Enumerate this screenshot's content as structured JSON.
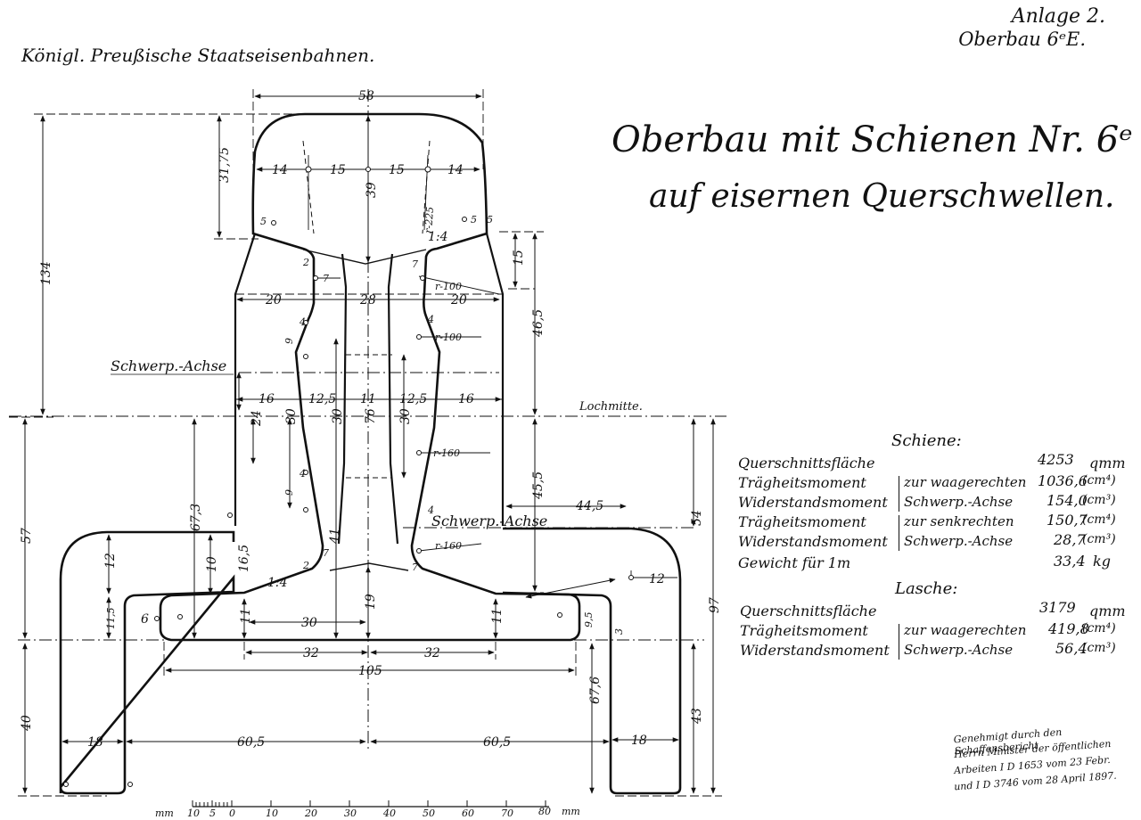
{
  "header": {
    "anlage": "Anlage 2.",
    "oberbau_ref": "Oberbau 6ᵉE.",
    "organization": "Königl. Preußische Staatseisenbahnen."
  },
  "title": {
    "line1": "Oberbau mit Schienen Nr. 6ᵉ",
    "line2": "auf eisernen Querschwellen."
  },
  "drawing": {
    "labels": {
      "schwerp_achse_rail": "Schwerp.-Achse",
      "schwerp_achse_lasche": "Schwerp.-Achse",
      "lochmitte": "Lochmitte.",
      "slope_head": "1:4",
      "slope_foot": "1:4"
    },
    "dimensions": {
      "head_width": "58",
      "head_14_left": "14",
      "head_15_left": "15",
      "head_15_right": "15",
      "head_14_right": "14",
      "head_height": "31,75",
      "head_39": "39",
      "radius_head": "r-225",
      "head_5_left": "5",
      "head_5_right": "5",
      "head_5_right2": "5",
      "total_height": "134",
      "r_100_a": "r-100",
      "r_100_b": "r-100",
      "web_20_left": "20",
      "web_28": "28",
      "web_20_right": "20",
      "web_4_a": "4",
      "web_4_b": "4",
      "web_4_c": "4",
      "web_4_d": "4",
      "web_9_a": "9",
      "web_9_b": "9",
      "hole_16_left": "16",
      "hole_12_5_left": "12,5",
      "hole_11": "11",
      "hole_12_5_right": "12,5",
      "hole_16_right": "16",
      "hole_24": "24",
      "hole_30_a": "30",
      "hole_30_b": "30",
      "hole_30_c": "30",
      "hole_76": "76",
      "r_160_a": "r-160",
      "r_160_b": "r-160",
      "dim_15": "15",
      "dim_46_5": "46,5",
      "dim_45_5": "45,5",
      "dim_54": "54",
      "dim_97": "97",
      "dim_44_5": "44,5",
      "dim_67_3": "67,3",
      "dim_57": "57",
      "dim_40": "40",
      "dim_43": "43",
      "dim_67_6": "67,6",
      "dim_10": "10",
      "dim_16_5": "16,5",
      "dim_41": "41",
      "dim_12_a": "12",
      "dim_12_b": "12",
      "dim_11_5": "11,5",
      "dim_6": "6",
      "dim_9_5": "9,5",
      "dim_3": "3",
      "foot_11_left": "11",
      "foot_19": "19",
      "foot_11_right": "11",
      "foot_30": "30",
      "foot_32_left": "32",
      "foot_32_right": "32",
      "foot_105": "105",
      "base_18_left": "18",
      "base_60_5_left": "60,5",
      "base_60_5_right": "60,5",
      "base_18_right": "18",
      "fillet_2_a": "2",
      "fillet_2_b": "2",
      "fillet_7_a": "7",
      "fillet_7_b": "7",
      "fillet_7_c": "7",
      "fillet_7_d": "7"
    },
    "scale": {
      "unit_left": "mm",
      "unit_right": "mm",
      "ticks": [
        "10",
        "5",
        "0",
        "10",
        "20",
        "30",
        "40",
        "50",
        "60",
        "70",
        "80"
      ]
    }
  },
  "table": {
    "schiene_heading": "Schiene:",
    "lasche_heading": "Lasche:",
    "schiene_rows": [
      {
        "label": "Querschnittsfläche",
        "note": "",
        "value": "4253",
        "unit": "qmm"
      },
      {
        "label": "Trägheitsmoment",
        "note": "zur waagerechten",
        "value": "1036,6",
        "unit": "(cm⁴)"
      },
      {
        "label": "Widerstandsmoment",
        "note": "Schwerp.-Achse",
        "value": "154,0",
        "unit": "(cm³)"
      },
      {
        "label": "Trägheitsmoment",
        "note": "zur senkrechten",
        "value": "150,7",
        "unit": "(cm⁴)"
      },
      {
        "label": "Widerstandsmoment",
        "note": "Schwerp.-Achse",
        "value": "28,7",
        "unit": "(cm³)"
      },
      {
        "label": "Gewicht für 1m",
        "note": "",
        "value": "33,4",
        "unit": "kg"
      }
    ],
    "lasche_rows": [
      {
        "label": "Querschnittsfläche",
        "note": "",
        "value": "3179",
        "unit": "qmm"
      },
      {
        "label": "Trägheitsmoment",
        "note": "zur waagerechten",
        "value": "419,8",
        "unit": "(cm⁴)"
      },
      {
        "label": "Widerstandsmoment",
        "note": "Schwerp.-Achse",
        "value": "56,4",
        "unit": "(cm³)"
      }
    ]
  },
  "handwritten_note": {
    "line1": "Genehmigt durch den Schaffensbericht",
    "line2": "Herrn Minister der öffentlichen",
    "line3": "Arbeiten I D 1653 vom 23 Febr.",
    "line4": "und I D 3746 vom 28 April 1897."
  }
}
